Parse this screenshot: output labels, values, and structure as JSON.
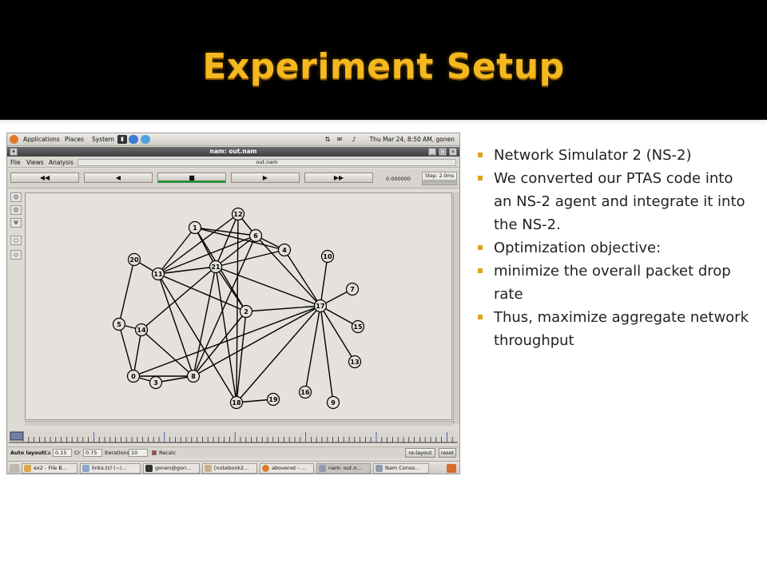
{
  "slide": {
    "title": "Experiment Setup",
    "bullets": [
      "Network Simulator 2 (NS-2)",
      "We converted our PTAS code into an NS-2 agent and integrate it into the NS-2.",
      "Optimization objective:",
      "minimize the overall packet drop rate",
      "Thus, maximize aggregate network throughput"
    ],
    "colors": {
      "title": "#f5b81f",
      "bullet": "#e0a21a",
      "header_bg": "#000000"
    }
  },
  "desktop": {
    "panel": {
      "menus": [
        "Applications",
        "Places",
        "System"
      ],
      "clock": "Thu Mar 24,  8:50 AM",
      "user": "gonen"
    },
    "window": {
      "title": "nam: out.nam",
      "menu": [
        "File",
        "Views",
        "Analysis"
      ],
      "file_name": "out.nam",
      "controls": [
        "◀◀",
        "◀",
        "■",
        "▶",
        "▶▶"
      ],
      "time": "0.000000",
      "step": "Step: 2.0ms",
      "tools": [
        "⛭",
        "⛭",
        "Ψ",
        "○",
        "◇"
      ],
      "network": {
        "nodes": [
          "0",
          "1",
          "2",
          "3",
          "4",
          "5",
          "6",
          "7",
          "8",
          "9",
          "10",
          "11",
          "12",
          "13",
          "14",
          "15",
          "16",
          "17",
          "18",
          "19",
          "20",
          "21"
        ],
        "edges": [
          [
            "1",
            "6"
          ],
          [
            "1",
            "4"
          ],
          [
            "1",
            "21"
          ],
          [
            "1",
            "11"
          ],
          [
            "1",
            "2"
          ],
          [
            "12",
            "6"
          ],
          [
            "12",
            "21"
          ],
          [
            "12",
            "11"
          ],
          [
            "6",
            "21"
          ],
          [
            "6",
            "11"
          ],
          [
            "6",
            "17"
          ],
          [
            "6",
            "4"
          ],
          [
            "4",
            "21"
          ],
          [
            "4",
            "17"
          ],
          [
            "20",
            "5"
          ],
          [
            "20",
            "11"
          ],
          [
            "11",
            "21"
          ],
          [
            "11",
            "8"
          ],
          [
            "11",
            "18"
          ],
          [
            "11",
            "2"
          ],
          [
            "21",
            "14"
          ],
          [
            "21",
            "8"
          ],
          [
            "21",
            "18"
          ],
          [
            "21",
            "2"
          ],
          [
            "21",
            "17"
          ],
          [
            "17",
            "10"
          ],
          [
            "17",
            "7"
          ],
          [
            "17",
            "15"
          ],
          [
            "17",
            "13"
          ],
          [
            "17",
            "16"
          ],
          [
            "17",
            "9"
          ],
          [
            "17",
            "2"
          ],
          [
            "17",
            "8"
          ],
          [
            "17",
            "18"
          ],
          [
            "17",
            "0"
          ],
          [
            "2",
            "18"
          ],
          [
            "2",
            "8"
          ],
          [
            "5",
            "14"
          ],
          [
            "5",
            "0"
          ],
          [
            "14",
            "0"
          ],
          [
            "14",
            "8"
          ],
          [
            "0",
            "3"
          ],
          [
            "0",
            "8"
          ],
          [
            "3",
            "8"
          ],
          [
            "18",
            "19"
          ],
          [
            "12",
            "18"
          ],
          [
            "6",
            "8"
          ]
        ]
      },
      "auto_layout": {
        "label": "Auto layout:",
        "ca_label": "Ca",
        "ca_value": "0.15",
        "cr_label": "Cr",
        "cr_value": "0.75",
        "iter_label": "Iterations",
        "iter_value": "10",
        "recalc": "Recalc",
        "relayout": "re-layout",
        "reset": "reset"
      }
    },
    "taskbar": [
      "ex2 - File B...",
      "links.tcl (~/...",
      "gonen@gon...",
      "[notebook2...",
      "abovenet - ...",
      "nam: out.n...",
      "Nam Conso..."
    ]
  }
}
